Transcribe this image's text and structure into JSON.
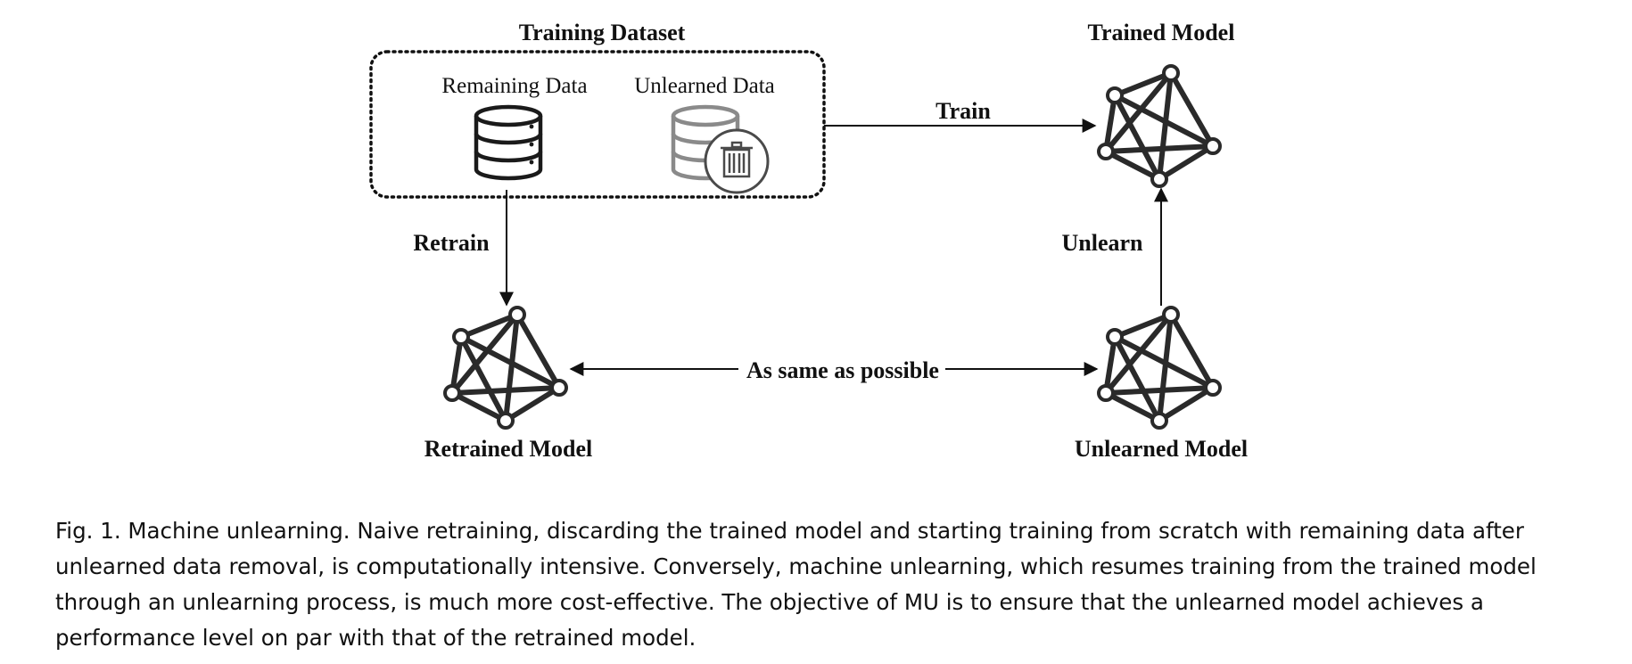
{
  "diagram": {
    "training_dataset": "Training Dataset",
    "remaining_data": "Remaining Data",
    "unlearned_data": "Unlearned Data",
    "trained_model": "Trained Model",
    "retrained_model": "Retrained Model",
    "unlearned_model": "Unlearned Model",
    "train": "Train",
    "retrain": "Retrain",
    "unlearn": "Unlearn",
    "as_same_as_possible": "As same as possible"
  },
  "icons": {
    "database": "database-icon",
    "database_trash": "database-trash-icon",
    "trash": "trash-icon",
    "network": "network-graph-icon"
  },
  "caption": "Fig. 1.  Machine unlearning. Naive retraining, discarding the trained model and starting training from scratch with remaining data after unlearned data removal, is computationally intensive. Conversely, machine unlearning, which resumes training from the trained model through an unlearning process, is much more cost-effective. The objective of MU is to ensure that the unlearned model achieves a performance level on par with that of the retrained model."
}
